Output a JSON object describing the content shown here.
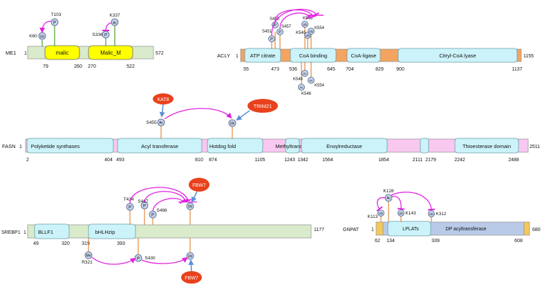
{
  "colors": {
    "orange": "#F4A460",
    "cyan": "#CCF3FA",
    "pink": "#F8C8F0",
    "green": "#D9EBCB",
    "yellow": "#FFFF00",
    "blue": "#B9CAE8",
    "gold": "#F5C85A",
    "magenta": "#E020E0",
    "arrowblue": "#5B8FD8",
    "red": "#E8421C"
  },
  "proteins": {
    "me1": {
      "name": "ME1",
      "start": "1",
      "end": "572",
      "domains": [
        {
          "label": "malic"
        },
        {
          "label": "Malic_M"
        }
      ],
      "ticks": [
        "79",
        "260",
        "270",
        "522"
      ],
      "sites": [
        {
          "type": "Ub",
          "label": "K60"
        },
        {
          "type": "P",
          "label": "T103"
        },
        {
          "type": "P",
          "label": "S336"
        },
        {
          "type": "Ac",
          "label": "K337"
        }
      ]
    },
    "acly": {
      "name": "ACLY",
      "start": "1",
      "end": "1155",
      "domains": [
        {
          "label": "ATP citrate"
        },
        {
          "label": "CoA binding"
        },
        {
          "label": "CoA-ligase"
        },
        {
          "label": "Citryl-CoA lyase"
        }
      ],
      "ticks": [
        "55",
        "473",
        "536",
        "645",
        "704",
        "829",
        "900",
        "1137"
      ],
      "sites": [
        {
          "type": "P",
          "label": "S451"
        },
        {
          "type": "P",
          "label": "S455"
        },
        {
          "type": "P",
          "label": "S457"
        },
        {
          "type": "Ub",
          "label": "K546"
        },
        {
          "type": "Ub",
          "label": "K540"
        },
        {
          "type": "Ub",
          "label": "K554"
        },
        {
          "type": "Ac",
          "label": "K540"
        },
        {
          "type": "Ac",
          "label": "K554"
        },
        {
          "type": "Ac",
          "label": "K546"
        }
      ]
    },
    "fasn": {
      "name": "FASN",
      "start": "1",
      "end": "2511",
      "domains": [
        {
          "label": "Polyketide synthases"
        },
        {
          "label": "Acyl transferase"
        },
        {
          "label": "Hotdog fold"
        },
        {
          "label": "Methyltransferase"
        },
        {
          "label": "Enoylreductase"
        },
        {
          "label": "Thioesterase domain"
        }
      ],
      "ticks": [
        "2",
        "404",
        "493",
        "810",
        "874",
        "1105",
        "1243",
        "1342",
        "1564",
        "1854",
        "2111",
        "2179",
        "2242",
        "2488"
      ],
      "sites": [
        {
          "type": "Ac",
          "label": "S455"
        },
        {
          "type": "Ub",
          "label": ""
        }
      ],
      "enzymes": [
        "KAT8",
        "TRIM21"
      ]
    },
    "srebp1": {
      "name": "SREBP1",
      "start": "1",
      "end": "1177",
      "domains": [
        {
          "label": "BLLF1"
        },
        {
          "label": "bHLHzip"
        }
      ],
      "ticks": [
        "49",
        "320",
        "319",
        "393"
      ],
      "sites": [
        {
          "type": "P",
          "label": "T424"
        },
        {
          "type": "P",
          "label": "S467"
        },
        {
          "type": "P",
          "label": "S486"
        },
        {
          "type": "Ub",
          "label": ""
        },
        {
          "type": "Me",
          "label": "R321"
        },
        {
          "type": "P",
          "label": "S430"
        },
        {
          "type": "Ub",
          "label": ""
        }
      ],
      "enzymes": [
        "FBW7",
        "FBW7"
      ]
    },
    "gnpat": {
      "name": "GNPAT",
      "start": "1",
      "end": "680",
      "domains": [
        {
          "label": "LPLATs"
        },
        {
          "label": "DP acyltransferase"
        }
      ],
      "ticks": [
        "62",
        "134",
        "339",
        "608"
      ],
      "sites": [
        {
          "type": "Ac",
          "label": "K128"
        },
        {
          "type": "Ub",
          "label": "K113"
        },
        {
          "type": "Ub",
          "label": "K143"
        },
        {
          "type": "Ub",
          "label": "K312"
        }
      ]
    }
  }
}
